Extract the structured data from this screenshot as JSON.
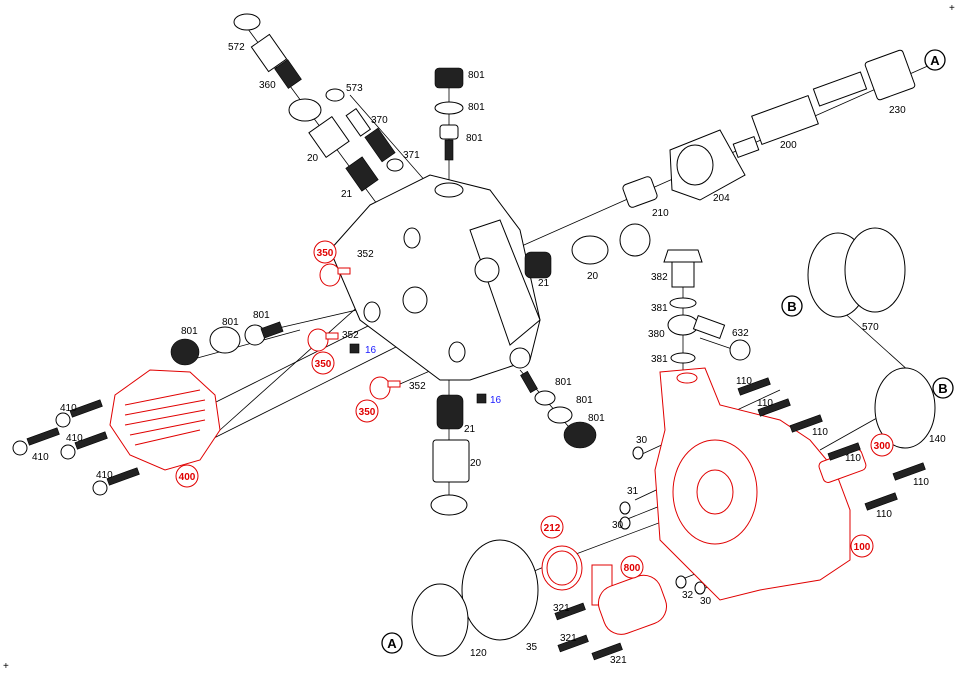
{
  "title": "Pump exploded parts diagram",
  "colors": {
    "highlight": "#e00000",
    "line": "#000000",
    "note": "#1a1aff"
  },
  "corner_marks": [
    "+",
    "+"
  ],
  "labels": {
    "p572": "572",
    "p360": "360",
    "p573": "573",
    "p370": "370",
    "p20a": "20",
    "p371": "371",
    "p21a": "21",
    "p801a": "801",
    "p801b": "801",
    "p801c": "801",
    "p352a": "352",
    "p352b": "352",
    "p352c": "352",
    "p801d": "801",
    "p801e": "801",
    "p801f": "801",
    "p21b": "21",
    "p20b": "20",
    "p801g": "801",
    "p801h": "801",
    "p801i": "801",
    "p210": "210",
    "p204": "204",
    "p200": "200",
    "p230": "230",
    "p382": "382",
    "p381a": "381",
    "p380": "380",
    "p632": "632",
    "p381b": "381",
    "p21c": "21",
    "p20c": "20",
    "p570": "570",
    "p140": "140",
    "p110a": "110",
    "p110b": "110",
    "p110c": "110",
    "p110d": "110",
    "p110e": "110",
    "p110f": "110",
    "p30a": "30",
    "p31": "31",
    "p30b": "30",
    "p32": "32",
    "p30c": "30",
    "p321a": "321",
    "p321b": "321",
    "p321c": "321",
    "p35": "35",
    "p120": "120",
    "p410a": "410",
    "p410b": "410",
    "p410c": "410",
    "p410d": "410"
  },
  "notes": {
    "n16a": "16",
    "n16b": "16"
  },
  "highlighted": {
    "h350a": "350",
    "h350b": "350",
    "h350c": "350",
    "h400": "400",
    "h212": "212",
    "h800": "800",
    "h300": "300",
    "h100": "100"
  },
  "refs": {
    "A1": "A",
    "B1": "B",
    "B2": "B",
    "A2": "A"
  }
}
